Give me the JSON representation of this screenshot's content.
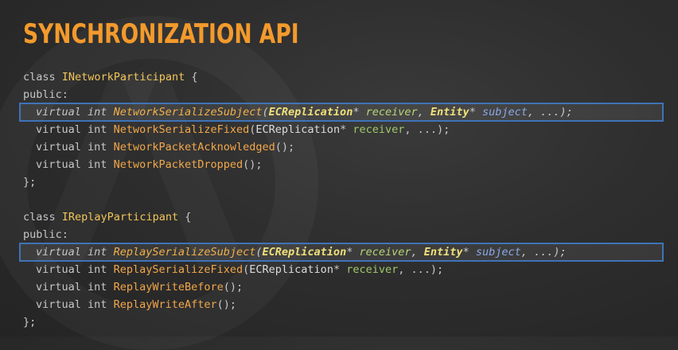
{
  "slide": {
    "title": "SYNCHRONIZATION API"
  },
  "code": {
    "network_class": {
      "decl_keyword": "class",
      "name": "INetworkParticipant",
      "open": " {",
      "access": "public:",
      "methods": [
        {
          "virtual": "virtual",
          "ret": "int",
          "name": "NetworkSerializeSubject",
          "open": "(",
          "t1": "ECReplication",
          "s1": "*",
          "p1": "receiver",
          "c1": ", ",
          "t2": "Entity",
          "s2": "*",
          "p2": "subject",
          "rest": ", ...);"
        },
        {
          "virtual": "virtual",
          "ret": "int",
          "name": "NetworkSerializeFixed",
          "open": "(",
          "t1": "ECReplication",
          "s1": "*",
          "p1": "receiver",
          "rest": ", ...);"
        },
        {
          "virtual": "virtual",
          "ret": "int",
          "name": "NetworkPacketAcknowledged",
          "rest": "();"
        },
        {
          "virtual": "virtual",
          "ret": "int",
          "name": "NetworkPacketDropped",
          "rest": "();"
        }
      ],
      "close": "};"
    },
    "replay_class": {
      "decl_keyword": "class",
      "name": "IReplayParticipant",
      "open": " {",
      "access": "public:",
      "methods": [
        {
          "virtual": "virtual",
          "ret": "int",
          "name": "ReplaySerializeSubject",
          "open": "(",
          "t1": "ECReplication",
          "s1": "*",
          "p1": "receiver",
          "c1": ", ",
          "t2": "Entity",
          "s2": "*",
          "p2": "subject",
          "rest": ", ...);"
        },
        {
          "virtual": "virtual",
          "ret": "int",
          "name": "ReplaySerializeFixed",
          "open": "(",
          "t1": "ECReplication",
          "s1": "*",
          "p1": "receiver",
          "rest": ", ...);"
        },
        {
          "virtual": "virtual",
          "ret": "int",
          "name": "ReplayWriteBefore",
          "rest": "();"
        },
        {
          "virtual": "virtual",
          "ret": "int",
          "name": "ReplayWriteAfter",
          "rest": "();"
        }
      ],
      "close": "};"
    }
  },
  "colors": {
    "title": "#f39a2c",
    "highlight_border": "#3e73b8",
    "class_name": "#f2c55a",
    "function_name": "#f2a74a",
    "parameter": "#9fc86a"
  }
}
